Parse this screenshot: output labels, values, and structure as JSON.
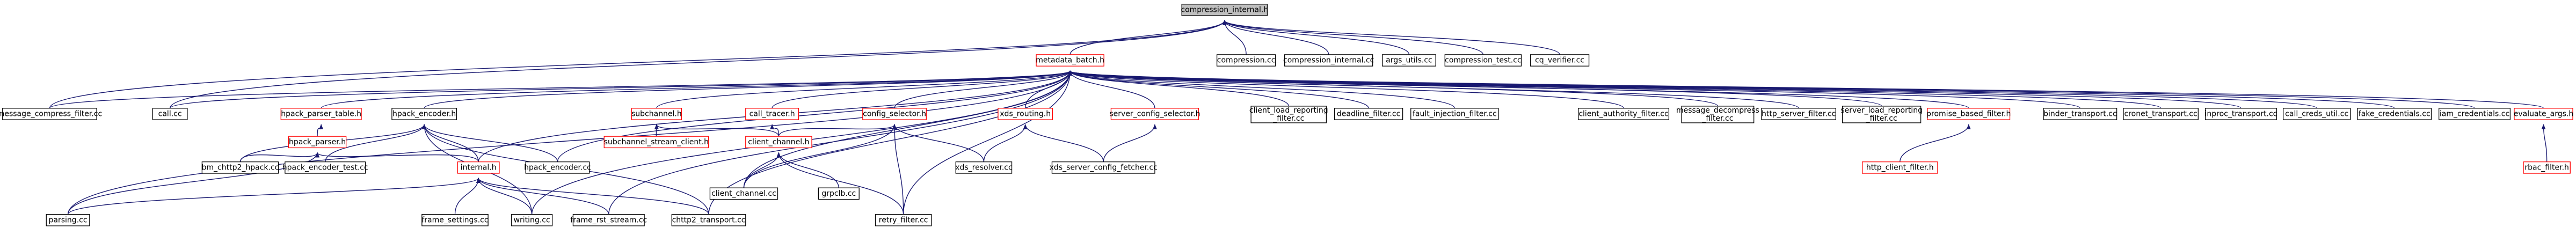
{
  "nodes": {
    "compression_internal_h": {
      "label": "compression_internal.h",
      "style": "root"
    },
    "metadata_batch_h": {
      "label": "metadata_batch.h",
      "style": "red"
    },
    "compression_cc": {
      "label": "compression.cc",
      "style": "plain"
    },
    "compression_internal_cc": {
      "label": "compression_internal.cc",
      "style": "plain"
    },
    "args_utils_cc": {
      "label": "args_utils.cc",
      "style": "plain"
    },
    "compression_test_cc": {
      "label": "compression_test.cc",
      "style": "plain"
    },
    "cq_verifier_cc": {
      "label": "cq_verifier.cc",
      "style": "plain"
    },
    "message_compress_filter_cc": {
      "label": "message_compress_filter.cc",
      "style": "plain"
    },
    "call_cc": {
      "label": "call.cc",
      "style": "plain"
    },
    "hpack_parser_table_h": {
      "label": "hpack_parser_table.h",
      "style": "red"
    },
    "hpack_parser_h": {
      "label": "hpack_parser.h",
      "style": "red"
    },
    "hpack_encoder_h": {
      "label": "hpack_encoder.h",
      "style": "plain"
    },
    "subchannel_h": {
      "label": "subchannel.h",
      "style": "red"
    },
    "subchannel_stream_client_h": {
      "label": "subchannel_stream_client.h",
      "style": "red"
    },
    "call_tracer_h": {
      "label": "call_tracer.h",
      "style": "red"
    },
    "client_channel_h": {
      "label": "client_channel.h",
      "style": "red"
    },
    "config_selector_h": {
      "label": "config_selector.h",
      "style": "red"
    },
    "xds_routing_h": {
      "label": "xds_routing.h",
      "style": "red"
    },
    "server_config_selector_h": {
      "label": "server_config_selector.h",
      "style": "red"
    },
    "client_load_reporting_filter_cc": {
      "label": [
        "client_load_reporting",
        "_filter.cc"
      ],
      "style": "plain"
    },
    "deadline_filter_cc": {
      "label": "deadline_filter.cc",
      "style": "plain"
    },
    "fault_injection_filter_cc": {
      "label": "fault_injection_filter.cc",
      "style": "plain"
    },
    "client_authority_filter_cc": {
      "label": "client_authority_filter.cc",
      "style": "plain"
    },
    "message_decompress_filter_cc": {
      "label": [
        "message_decompress",
        "_filter.cc"
      ],
      "style": "plain"
    },
    "http_server_filter_cc": {
      "label": "http_server_filter.cc",
      "style": "plain"
    },
    "server_load_reporting_filter_cc": {
      "label": [
        "server_load_reporting",
        "_filter.cc"
      ],
      "style": "plain"
    },
    "promise_based_filter_h": {
      "label": "promise_based_filter.h",
      "style": "red"
    },
    "http_client_filter_h": {
      "label": "http_client_filter.h",
      "style": "red"
    },
    "binder_transport_cc": {
      "label": "binder_transport.cc",
      "style": "plain"
    },
    "cronet_transport_cc": {
      "label": "cronet_transport.cc",
      "style": "plain"
    },
    "inproc_transport_cc": {
      "label": "inproc_transport.cc",
      "style": "plain"
    },
    "call_creds_util_cc": {
      "label": "call_creds_util.cc",
      "style": "plain"
    },
    "fake_credentials_cc": {
      "label": "fake_credentials.cc",
      "style": "plain"
    },
    "iam_credentials_cc": {
      "label": "iam_credentials.cc",
      "style": "plain"
    },
    "evaluate_args_h": {
      "label": "evaluate_args.h",
      "style": "red"
    },
    "rbac_filter_h": {
      "label": "rbac_filter.h",
      "style": "red"
    },
    "internal_h": {
      "label": "internal.h",
      "style": "red"
    },
    "hpack_encoder_cc": {
      "label": "hpack_encoder.cc",
      "style": "plain"
    },
    "bm_chttp2_hpack_cc": {
      "label": "bm_chttp2_hpack.cc",
      "style": "plain"
    },
    "hpack_encoder_test_cc": {
      "label": "hpack_encoder_test.cc",
      "style": "plain"
    },
    "parsing_cc": {
      "label": "parsing.cc",
      "style": "plain"
    },
    "frame_settings_cc": {
      "label": "frame_settings.cc",
      "style": "plain"
    },
    "writing_cc": {
      "label": "writing.cc",
      "style": "plain"
    },
    "frame_rst_stream_cc": {
      "label": "frame_rst_stream.cc",
      "style": "plain"
    },
    "chttp2_transport_cc": {
      "label": "chttp2_transport.cc",
      "style": "plain"
    },
    "client_channel_cc": {
      "label": "client_channel.cc",
      "style": "plain"
    },
    "grpclb_cc": {
      "label": "grpclb.cc",
      "style": "plain"
    },
    "retry_filter_cc": {
      "label": "retry_filter.cc",
      "style": "plain"
    },
    "xds_resolver_cc": {
      "label": "xds_resolver.cc",
      "style": "plain"
    },
    "xds_server_config_fetcher_cc": {
      "label": "xds_server_config_fetcher.cc",
      "style": "plain"
    }
  },
  "edges": [
    [
      "compression_internal_h",
      "metadata_batch_h"
    ],
    [
      "compression_internal_h",
      "compression_cc"
    ],
    [
      "compression_internal_h",
      "compression_internal_cc"
    ],
    [
      "compression_internal_h",
      "args_utils_cc"
    ],
    [
      "compression_internal_h",
      "compression_test_cc"
    ],
    [
      "compression_internal_h",
      "cq_verifier_cc"
    ],
    [
      "compression_internal_h",
      "message_compress_filter_cc"
    ],
    [
      "compression_internal_h",
      "call_cc"
    ],
    [
      "metadata_batch_h",
      "message_compress_filter_cc"
    ],
    [
      "metadata_batch_h",
      "call_cc"
    ],
    [
      "metadata_batch_h",
      "hpack_parser_table_h"
    ],
    [
      "metadata_batch_h",
      "hpack_encoder_h"
    ],
    [
      "metadata_batch_h",
      "subchannel_h"
    ],
    [
      "metadata_batch_h",
      "call_tracer_h"
    ],
    [
      "metadata_batch_h",
      "config_selector_h"
    ],
    [
      "metadata_batch_h",
      "xds_routing_h"
    ],
    [
      "metadata_batch_h",
      "server_config_selector_h"
    ],
    [
      "metadata_batch_h",
      "client_load_reporting_filter_cc"
    ],
    [
      "metadata_batch_h",
      "deadline_filter_cc"
    ],
    [
      "metadata_batch_h",
      "fault_injection_filter_cc"
    ],
    [
      "metadata_batch_h",
      "client_authority_filter_cc"
    ],
    [
      "metadata_batch_h",
      "message_decompress_filter_cc"
    ],
    [
      "metadata_batch_h",
      "http_server_filter_cc"
    ],
    [
      "metadata_batch_h",
      "server_load_reporting_filter_cc"
    ],
    [
      "metadata_batch_h",
      "promise_based_filter_h"
    ],
    [
      "metadata_batch_h",
      "binder_transport_cc"
    ],
    [
      "metadata_batch_h",
      "cronet_transport_cc"
    ],
    [
      "metadata_batch_h",
      "inproc_transport_cc"
    ],
    [
      "metadata_batch_h",
      "call_creds_util_cc"
    ],
    [
      "metadata_batch_h",
      "fake_credentials_cc"
    ],
    [
      "metadata_batch_h",
      "iam_credentials_cc"
    ],
    [
      "metadata_batch_h",
      "evaluate_args_h"
    ],
    [
      "metadata_batch_h",
      "internal_h"
    ],
    [
      "metadata_batch_h",
      "hpack_encoder_cc"
    ],
    [
      "metadata_batch_h",
      "parsing_cc"
    ],
    [
      "metadata_batch_h",
      "writing_cc"
    ],
    [
      "metadata_batch_h",
      "frame_rst_stream_cc"
    ],
    [
      "metadata_batch_h",
      "chttp2_transport_cc"
    ],
    [
      "metadata_batch_h",
      "client_channel_cc"
    ],
    [
      "metadata_batch_h",
      "retry_filter_cc"
    ],
    [
      "hpack_parser_table_h",
      "hpack_parser_h"
    ],
    [
      "hpack_parser_h",
      "internal_h"
    ],
    [
      "hpack_parser_h",
      "bm_chttp2_hpack_cc"
    ],
    [
      "hpack_parser_h",
      "parsing_cc"
    ],
    [
      "hpack_encoder_h",
      "internal_h"
    ],
    [
      "hpack_encoder_h",
      "hpack_encoder_cc"
    ],
    [
      "hpack_encoder_h",
      "bm_chttp2_hpack_cc"
    ],
    [
      "hpack_encoder_h",
      "hpack_encoder_test_cc"
    ],
    [
      "hpack_encoder_h",
      "writing_cc"
    ],
    [
      "hpack_encoder_h",
      "chttp2_transport_cc"
    ],
    [
      "internal_h",
      "parsing_cc"
    ],
    [
      "internal_h",
      "frame_settings_cc"
    ],
    [
      "internal_h",
      "writing_cc"
    ],
    [
      "internal_h",
      "frame_rst_stream_cc"
    ],
    [
      "internal_h",
      "chttp2_transport_cc"
    ],
    [
      "subchannel_h",
      "subchannel_stream_client_h"
    ],
    [
      "subchannel_h",
      "client_channel_h"
    ],
    [
      "call_tracer_h",
      "client_channel_h"
    ],
    [
      "config_selector_h",
      "client_channel_h"
    ],
    [
      "config_selector_h",
      "xds_resolver_cc"
    ],
    [
      "config_selector_h",
      "client_channel_cc"
    ],
    [
      "config_selector_h",
      "retry_filter_cc"
    ],
    [
      "client_channel_h",
      "client_channel_cc"
    ],
    [
      "client_channel_h",
      "grpclb_cc"
    ],
    [
      "client_channel_h",
      "retry_filter_cc"
    ],
    [
      "xds_routing_h",
      "xds_resolver_cc"
    ],
    [
      "xds_routing_h",
      "xds_server_config_fetcher_cc"
    ],
    [
      "server_config_selector_h",
      "xds_server_config_fetcher_cc"
    ],
    [
      "promise_based_filter_h",
      "http_client_filter_h"
    ],
    [
      "evaluate_args_h",
      "rbac_filter_h"
    ]
  ]
}
